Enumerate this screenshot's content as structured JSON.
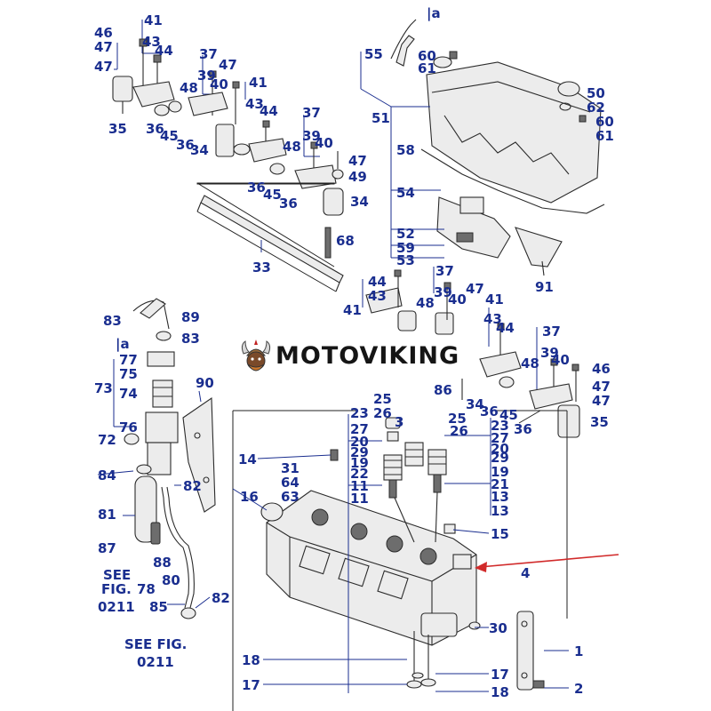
{
  "watermark": {
    "brand": "MOTOVIKING",
    "emblem_icon": "viking-helmet-icon"
  },
  "refs": {
    "a": "|a",
    "see_fig_right": [
      "SEE",
      "FIG.",
      "0211"
    ],
    "see_fig_bottom": [
      "SEE FIG.",
      "0211"
    ]
  },
  "callouts": {
    "c46a": "46",
    "c47a": "47",
    "c47b": "47",
    "c41a": "41",
    "c43a": "43",
    "c44a": "44",
    "c48a": "48",
    "c35a": "35",
    "c36a": "36",
    "c45a": "45",
    "c36b": "36",
    "c34a": "34",
    "c37a": "37",
    "c39a": "39",
    "c40a": "40",
    "c47c": "47",
    "c41b": "41",
    "c43b": "43",
    "c44b": "44",
    "c48b": "48",
    "c37b": "37",
    "c39b": "39",
    "c40b": "40",
    "c47d": "47",
    "c49a": "49",
    "c36c": "36",
    "c45b": "45",
    "c36d": "36",
    "c34b": "34",
    "c68a": "68",
    "c33a": "33",
    "c55": "55",
    "c60a": "60",
    "c61a": "61",
    "c51": "51",
    "c58": "58",
    "c50": "50",
    "c62": "62",
    "c60b": "60",
    "c61b": "61",
    "c54": "54",
    "c52": "52",
    "c59": "59",
    "c53": "53",
    "c91": "91",
    "c44c": "44",
    "c43c": "43",
    "c41c": "41",
    "c48c": "48",
    "c37c": "37",
    "c39c": "39",
    "c40c": "40",
    "c47e": "47",
    "c41d": "41",
    "c43d": "43",
    "c44d": "44",
    "c48d": "48",
    "c37d": "37",
    "c39d": "39",
    "c40d": "40",
    "c46b": "46",
    "c47f": "47",
    "c47g": "47",
    "c86": "86",
    "c34c": "34",
    "c36e": "36",
    "c45c": "45",
    "c36f": "36",
    "c35b": "35",
    "c83a": "83",
    "c89": "89",
    "c83b": "83",
    "c77": "77",
    "c75": "75",
    "c73": "73",
    "c74": "74",
    "c76": "76",
    "c90": "90",
    "c72": "72",
    "c84": "84",
    "c82a": "82",
    "c81": "81",
    "c87": "87",
    "c88": "88",
    "c80": "80",
    "c78": "78",
    "c85": "85",
    "c82b": "82",
    "c25a": "25",
    "c23a": "23",
    "c26a": "26",
    "c27a": "27",
    "c20a": "20",
    "c29a": "29",
    "c19a": "19",
    "c22a": "22",
    "c11a": "11",
    "c11b": "11",
    "c3": "3",
    "c25b": "25",
    "c23b": "23",
    "c26b": "26",
    "c27b": "27",
    "c20b": "20",
    "c29b": "29",
    "c19b": "19",
    "c21": "21",
    "c13a": "13",
    "c13b": "13",
    "c14": "14",
    "c31": "31",
    "c64": "64",
    "c63": "63",
    "c16": "16",
    "c15": "15",
    "c4": "4",
    "c30": "30",
    "c1": "1",
    "c2": "2",
    "c18a": "18",
    "c17a": "17",
    "c17b": "17",
    "c18b": "18"
  }
}
